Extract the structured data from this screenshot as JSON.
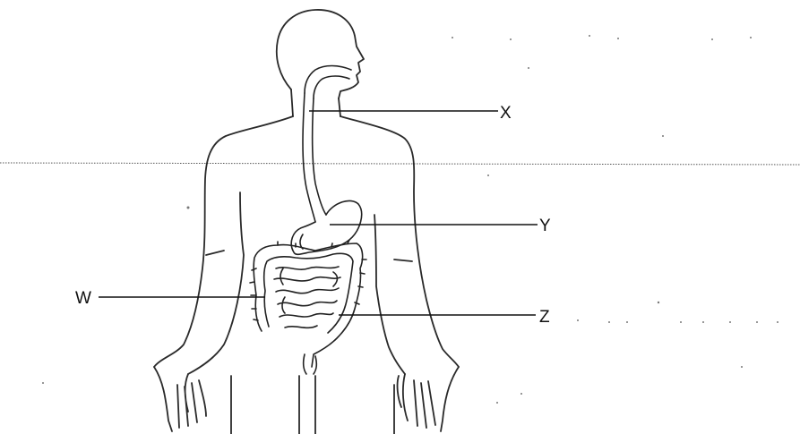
{
  "diagram": {
    "labels": {
      "x": "X",
      "y": "Y",
      "w": "W",
      "z": "Z"
    }
  }
}
